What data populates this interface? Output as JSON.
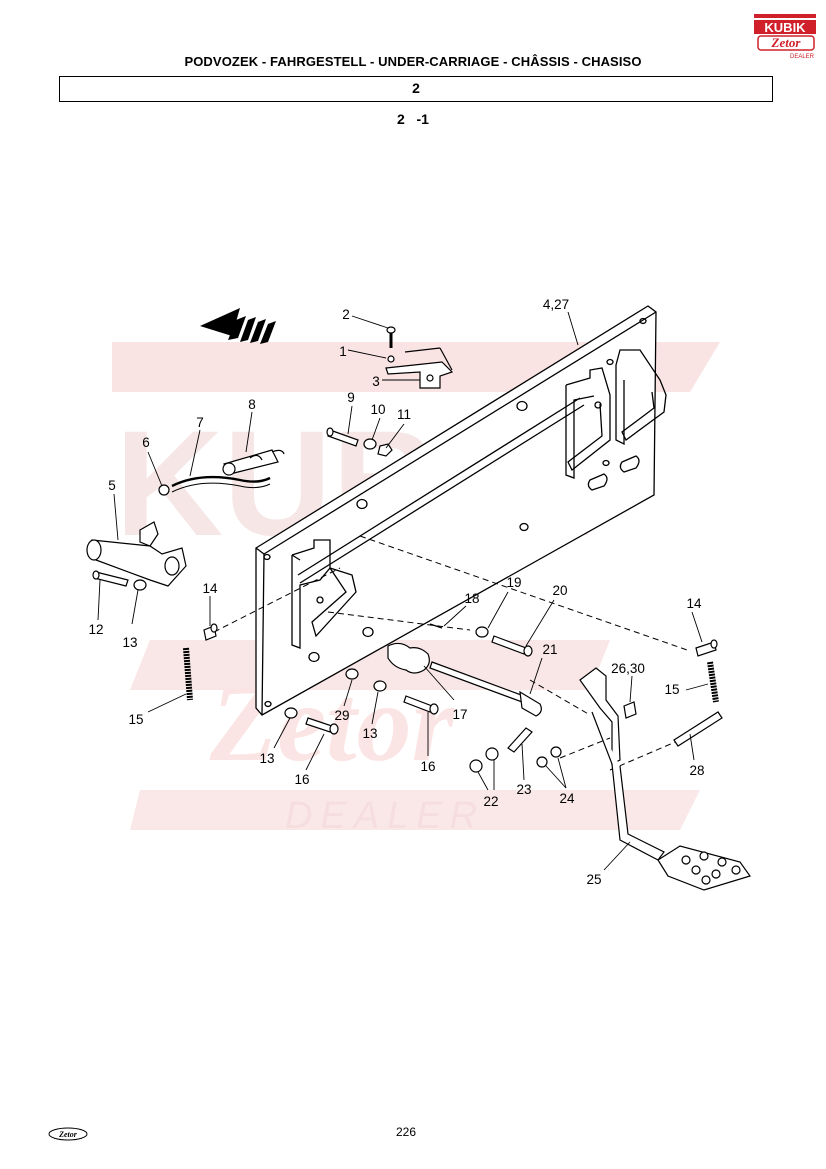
{
  "header": {
    "title": "PODVOZEK - FAHRGESTELL - UNDER-CARRIAGE - CHÂSSIS - CHASISO",
    "section": "2",
    "subsection": "2   -1"
  },
  "logo": {
    "top_text": "KUBIK",
    "script_text": "Zetor",
    "tag": "DEALER"
  },
  "watermark": {
    "brand": "Zetor",
    "tag": "DEALER",
    "company": "KUBIK"
  },
  "callouts": {
    "c2": "2",
    "c1": "1",
    "c3": "3",
    "c427": "4,27",
    "c8": "8",
    "c9": "9",
    "c10": "10",
    "c11": "11",
    "c7": "7",
    "c6": "6",
    "c5": "5",
    "c12": "12",
    "c13a": "13",
    "c14a": "14",
    "c15a": "15",
    "c18": "18",
    "c19": "19",
    "c20": "20",
    "c21": "21",
    "c14b": "14",
    "c2630": "26,30",
    "c15b": "15",
    "c29": "29",
    "c13b": "13",
    "c17": "17",
    "c13c": "13",
    "c16a": "16",
    "c16b": "16",
    "c22": "22",
    "c23": "23",
    "c24": "24",
    "c28": "28",
    "c25": "25"
  },
  "footer": {
    "page_number": "226",
    "logo_text": "Zetor"
  },
  "colors": {
    "brand_red": "#d0202a",
    "watermark": "#f7dcdc",
    "ink": "#000000"
  }
}
